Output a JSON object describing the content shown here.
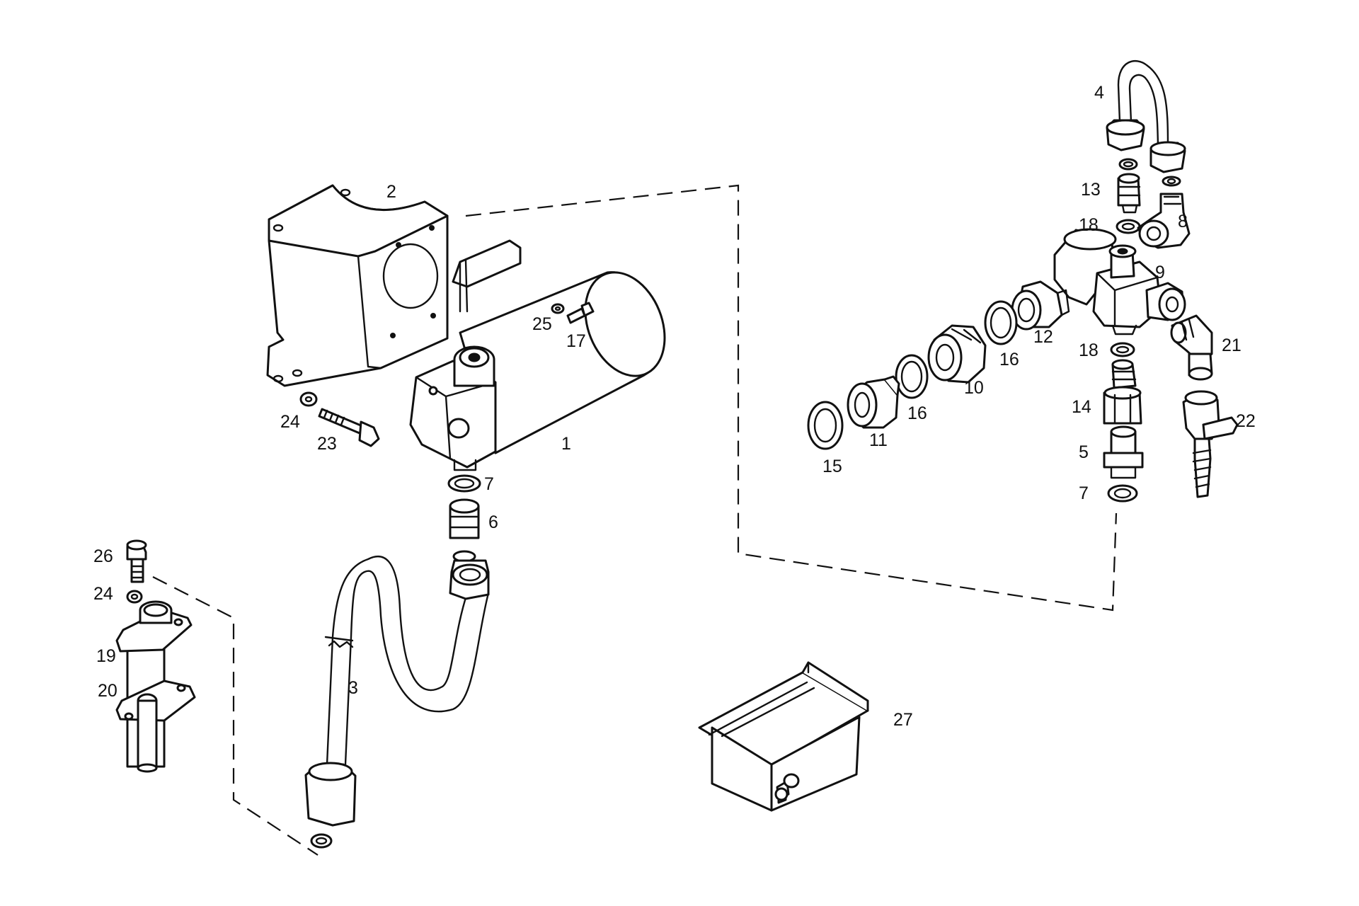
{
  "diagram": {
    "callouts": [
      "1",
      "2",
      "3",
      "4",
      "5",
      "6",
      "7",
      "8",
      "9",
      "10",
      "11",
      "12",
      "13",
      "14",
      "15",
      "16",
      "17",
      "18",
      "19",
      "20",
      "21",
      "22",
      "23",
      "24",
      "25",
      "26",
      "27"
    ],
    "callout_repeats": {
      "7": "7",
      "16": "16",
      "18": "18",
      "24": "24"
    }
  }
}
